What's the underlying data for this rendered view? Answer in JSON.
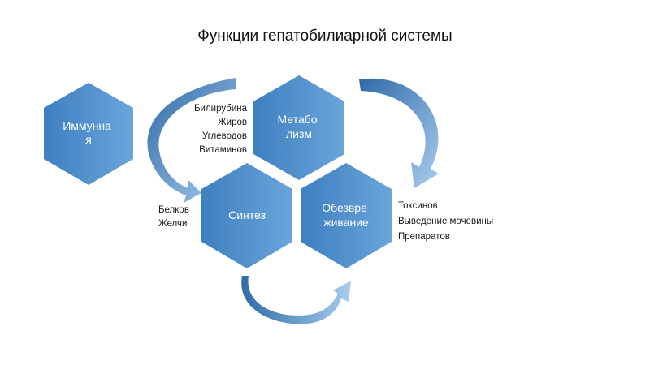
{
  "title": "Функции гепатобилиарной системы",
  "colors": {
    "hex_dark": "#3f7fc0",
    "hex_light": "#6aa5db",
    "arrow_dark": "#2f6aa8",
    "arrow_light": "#a9cdee"
  },
  "nodes": {
    "immune": {
      "lines": [
        "Иммунна",
        "я"
      ]
    },
    "metabolism": {
      "lines": [
        "Метабо",
        "лизм"
      ]
    },
    "synthesis": {
      "lines": [
        "Синтез"
      ]
    },
    "detox": {
      "lines": [
        "Обезвре",
        "живание"
      ]
    }
  },
  "lists": {
    "metabolism": [
      "Билирубина",
      "Жиров",
      "Углеводов",
      "Витаминов"
    ],
    "synthesis": [
      "Белков",
      "Желчи"
    ],
    "detox": [
      "Токсинов",
      "Выведение мочевины",
      "Препаратов"
    ]
  }
}
